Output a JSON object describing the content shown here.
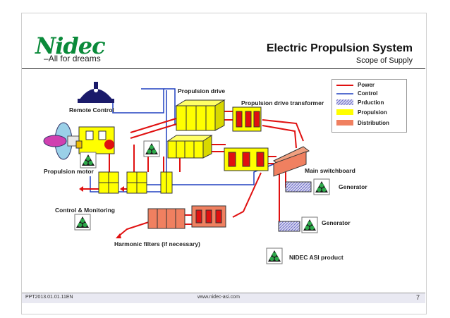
{
  "header": {
    "logo_text": "Nidec",
    "tagline": "All for dreams",
    "title": "Electric Propulsion System",
    "subtitle": "Scope of Supply"
  },
  "legend": {
    "items": [
      {
        "label": "Power",
        "kind": "line",
        "color": "#e01010"
      },
      {
        "label": "Control",
        "kind": "line",
        "color": "#2040c0"
      },
      {
        "label": "Prduction",
        "kind": "hatch",
        "color": "#8080d0"
      },
      {
        "label": "Propulsion",
        "kind": "fill",
        "color": "#ffff00"
      },
      {
        "label": "Distribution",
        "kind": "fill",
        "color": "#f08060"
      }
    ]
  },
  "diagram": {
    "labels": {
      "propulsion_drive": "Propulsion drive",
      "propulsion_drive_transformer": "Propulsion drive transformer",
      "remote_control": "Remote Control",
      "propulsion_motor": "Propulsion motor",
      "main_switchboard": "Main switchboard",
      "generator_1": "Generator",
      "generator_2": "Generator",
      "control_monitoring": "Control & Monitoring",
      "harmonic_filters": "Harmonic filters (if necessary)",
      "nidec_product": "NIDEC ASI product"
    }
  },
  "footer": {
    "doc_id": "PPT2013.01.01.11EN",
    "url": "www.nidec-asi.com",
    "page": "7"
  },
  "colors": {
    "power": "#e01010",
    "control": "#2040c0",
    "production": "#8080d0",
    "propulsion": "#ffff00",
    "distribution": "#f08060",
    "brand": "#0a8a3a"
  }
}
